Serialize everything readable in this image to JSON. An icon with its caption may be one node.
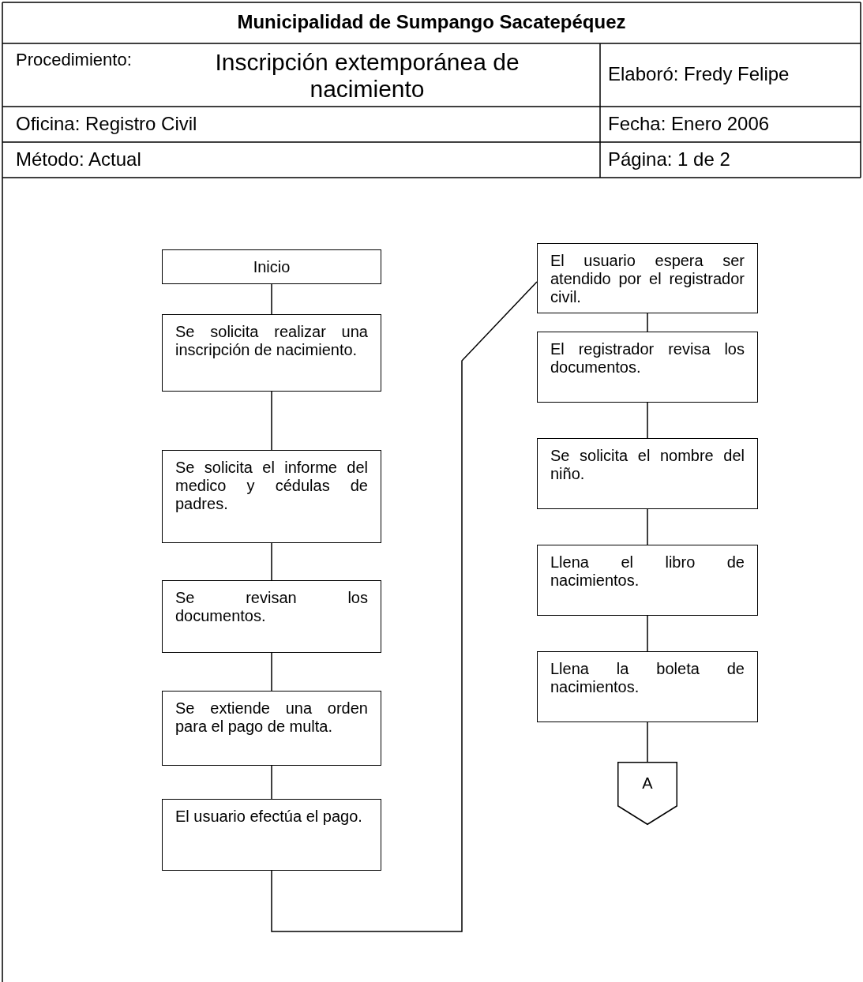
{
  "diagram": {
    "title": "Municipalidad de Sumpango Sacatepéquez",
    "nodes": [
      {
        "text": [
          "Inicio"
        ]
      },
      {
        "text": [
          "Se solicita realizar una inscripción de nacimiento."
        ]
      },
      {
        "text": [
          "Se solicita el informe del medico y cédulas de padres."
        ]
      },
      {
        "text": [
          "Se revisan los documentos."
        ]
      },
      {
        "text": [
          "Se extiende una orden para el pago de multa."
        ]
      },
      {
        "text": [
          "El usuario efectúa el pago."
        ]
      },
      {
        "text": [
          "El usuario espera ser atendido por el registrador civil."
        ]
      },
      {
        "text": [
          "El registrador revisa los documentos."
        ]
      },
      {
        "text": [
          "Se solicita el nombre del niño."
        ]
      },
      {
        "text": [
          "Llena el libro de nacimientos."
        ]
      },
      {
        "text": [
          "Llena la boleta de nacimientos."
        ]
      },
      {
        "text": [
          "A"
        ]
      }
    ],
    "edges": [
      {
        "from": 0,
        "to": 1,
        "arrow": "none"
      },
      {
        "from": 1,
        "to": 2,
        "arrow": "none"
      },
      {
        "from": 2,
        "to": 3,
        "arrow": "none"
      },
      {
        "from": 3,
        "to": 4,
        "arrow": "none"
      },
      {
        "from": 4,
        "to": 5,
        "arrow": "none"
      },
      {
        "from": 5,
        "to": 6,
        "arrow": "none"
      },
      {
        "from": 6,
        "to": 7,
        "arrow": "none"
      },
      {
        "from": 7,
        "to": 8,
        "arrow": "none"
      },
      {
        "from": 8,
        "to": 9,
        "arrow": "none"
      },
      {
        "from": 9,
        "to": 10,
        "arrow": "none"
      },
      {
        "from": 10,
        "to": 11,
        "arrow": "none"
      }
    ],
    "labels": [
      "Procedimiento:",
      "Inscripción extemporánea de nacimiento",
      "Elaboró: Fredy Felipe",
      "Oficina: Registro Civil",
      "Fecha: Enero 2006",
      "Método: Actual",
      "Página: 1 de 2"
    ]
  }
}
